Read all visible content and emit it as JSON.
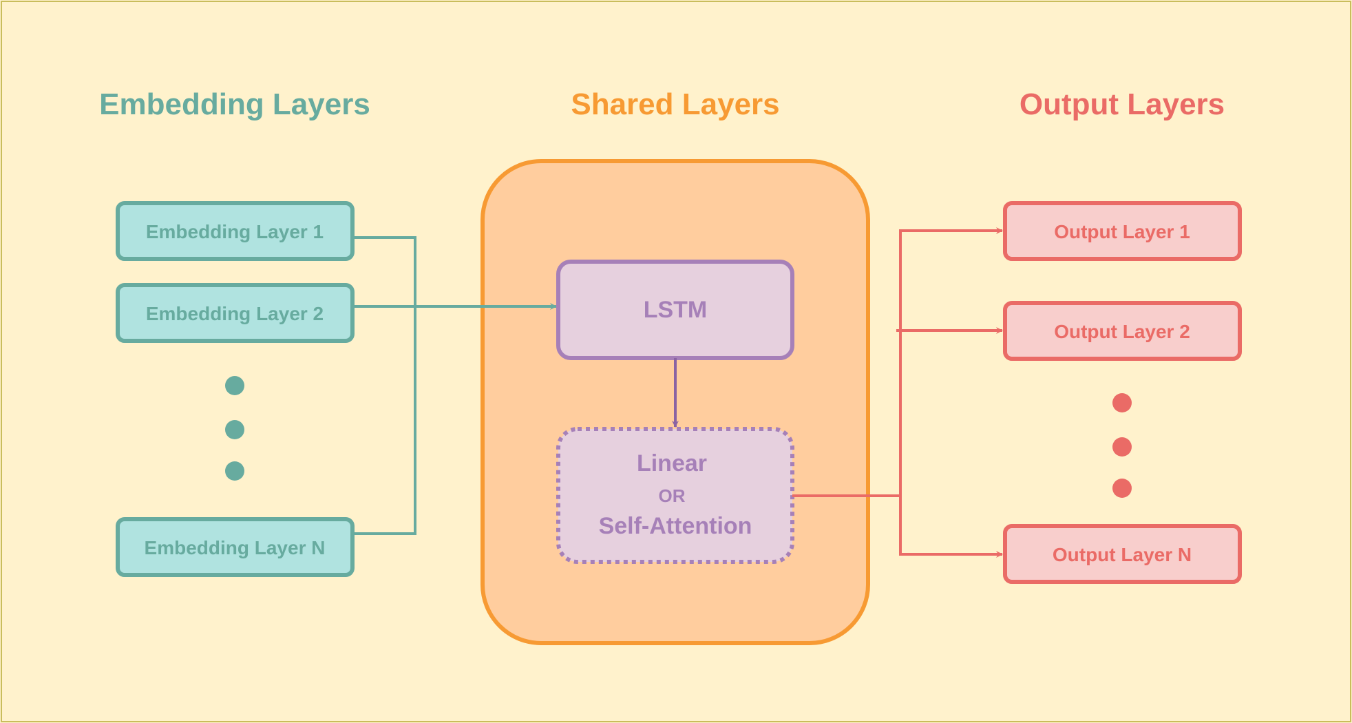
{
  "colors": {
    "background": "#fff2cc",
    "frame": "#c9bd5c",
    "embedding_stroke": "#67ab9f",
    "embedding_fill": "#b0e3e0",
    "shared_stroke": "#f79a33",
    "shared_fill": "#ffcd9e",
    "lstm_stroke": "#a680b8",
    "lstm_fill": "#e6d0de",
    "lstm_arrow": "#8a63a3",
    "output_stroke": "#ea6b66",
    "output_fill": "#f8cecc"
  },
  "columns": {
    "embedding": {
      "title": "Embedding Layers",
      "boxes": [
        "Embedding Layer 1",
        "Embedding Layer 2",
        "Embedding Layer N"
      ],
      "ellipsis_dots": 3
    },
    "shared": {
      "title": "Shared Layers",
      "lstm": "LSTM",
      "alt_top": "Linear",
      "alt_or": "OR",
      "alt_bottom": "Self-Attention"
    },
    "output": {
      "title": "Output Layers",
      "boxes": [
        "Output Layer 1",
        "Output Layer 2",
        "Output Layer N"
      ],
      "ellipsis_dots": 3
    }
  }
}
